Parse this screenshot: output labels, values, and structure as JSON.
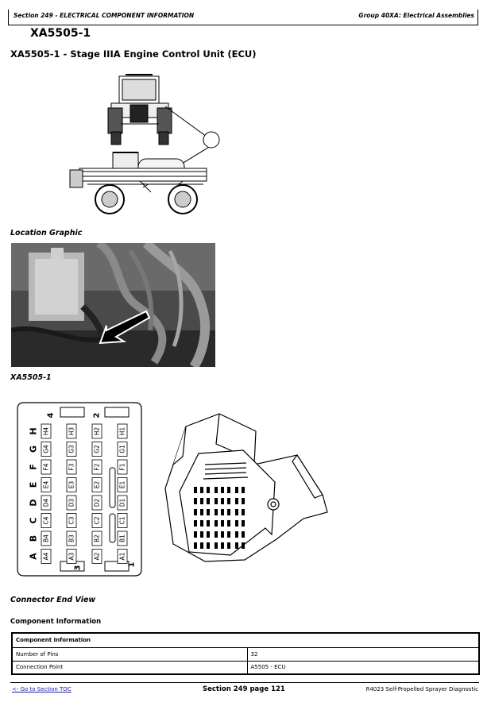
{
  "header": {
    "left": "Section 249 - ELECTRICAL COMPONENT INFORMATION",
    "right": "Group 40XA: Electrical Assemblies"
  },
  "doc": {
    "id": "XA5505-1",
    "title": "XA5505-1 - Stage IIIA Engine Control Unit (ECU)"
  },
  "captions": {
    "location": "Location Graphic",
    "connector_id": "XA5505-1",
    "end_view": "Connector End View"
  },
  "connector": {
    "row_letters": [
      "H",
      "G",
      "F",
      "E",
      "D",
      "C",
      "B",
      "A"
    ],
    "col_numbers": {
      "top_left": "4",
      "top_right": "2",
      "bottom_left": "3",
      "bottom_right": "1"
    },
    "pins": {
      "col4": [
        "H4",
        "G4",
        "F4",
        "E4",
        "D4",
        "C4",
        "B4",
        "A4"
      ],
      "col3": [
        "H3",
        "G3",
        "F3",
        "E3",
        "D3",
        "C3",
        "B3",
        "A3"
      ],
      "col2": [
        "H2",
        "G2",
        "F2",
        "E2",
        "D2",
        "C2",
        "B2",
        "A2"
      ],
      "col1": [
        "H1",
        "G1",
        "F1",
        "E1",
        "D1",
        "C1",
        "B1",
        "A1"
      ]
    }
  },
  "component_info": {
    "heading": "Component Information",
    "table_title": "Component Information",
    "rows": [
      {
        "label": "Number of Pins",
        "value": "32"
      },
      {
        "label": "Connection Point",
        "value": "A5505 - ECU"
      }
    ]
  },
  "footer": {
    "toc_link": "<- Go to Section TOC",
    "page": "Section 249 page 121",
    "manual": "R4023 Self-Propelled Sprayer Diagnostic"
  }
}
